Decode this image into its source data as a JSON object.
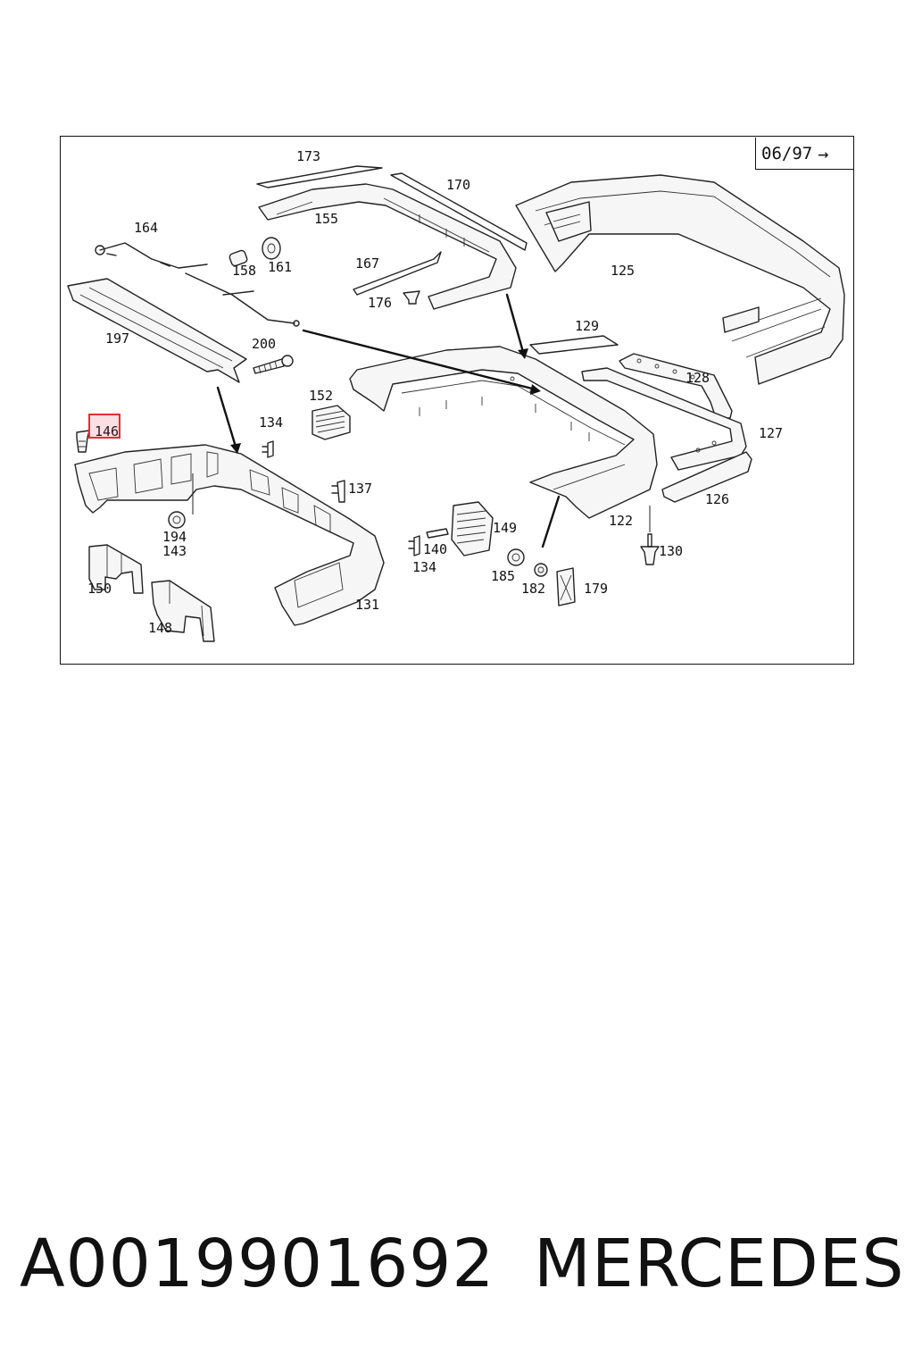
{
  "diagram": {
    "date_code": "06/97",
    "date_arrow": "→",
    "highlighted_callout": "146",
    "callouts": {
      "c173": "173",
      "c170": "170",
      "c155": "155",
      "c164": "164",
      "c158": "158",
      "c161": "161",
      "c167": "167",
      "c176": "176",
      "c125": "125",
      "c197": "197",
      "c200": "200",
      "c129": "129",
      "c152": "152",
      "c128": "128",
      "c134a": "134",
      "c146": "146",
      "c127": "127",
      "c137": "137",
      "c126": "126",
      "c149": "149",
      "c122": "122",
      "c194": "194",
      "c143": "143",
      "c140": "140",
      "c134b": "134",
      "c130": "130",
      "c185": "185",
      "c182": "182",
      "c179": "179",
      "c150": "150",
      "c131": "131",
      "c148": "148"
    }
  },
  "footer": {
    "part_number": "A0019901692",
    "brand": "MERCEDES"
  }
}
